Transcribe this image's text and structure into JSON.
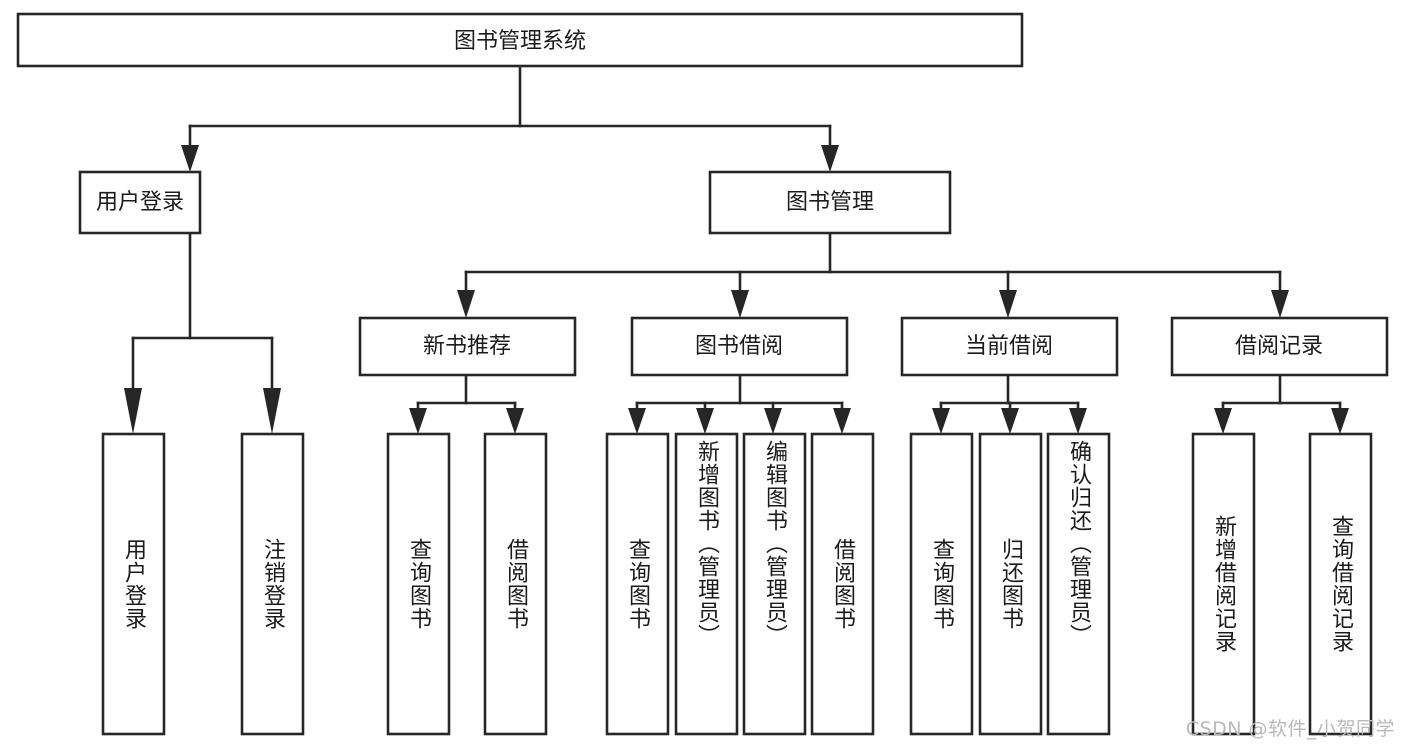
{
  "diagram": {
    "type": "tree-hierarchy-functional-decomposition",
    "title": "图书管理系统",
    "watermark": "CSDN @软件_小贺同学",
    "colors": {
      "stroke": "#262626",
      "node_fill": "#ffffff",
      "text": "#1b1b1b",
      "background": "#ffffff",
      "watermark": "#b9b9b9"
    },
    "root": {
      "label": "图书管理系统",
      "orientation": "horizontal"
    },
    "level1": [
      {
        "label": "用户登录",
        "orientation": "horizontal"
      },
      {
        "label": "图书管理",
        "orientation": "horizontal"
      }
    ],
    "level2": [
      {
        "label": "新书推荐",
        "orientation": "horizontal",
        "parent": "图书管理"
      },
      {
        "label": "图书借阅",
        "orientation": "horizontal",
        "parent": "图书管理"
      },
      {
        "label": "当前借阅",
        "orientation": "horizontal",
        "parent": "图书管理"
      },
      {
        "label": "借阅记录",
        "orientation": "horizontal",
        "parent": "图书管理"
      }
    ],
    "leaves": {
      "用户登录": [
        {
          "label": "用户登录",
          "orientation": "vertical"
        },
        {
          "label": "注销登录",
          "orientation": "vertical"
        }
      ],
      "新书推荐": [
        {
          "label": "查询图书",
          "orientation": "vertical"
        },
        {
          "label": "借阅图书",
          "orientation": "vertical"
        }
      ],
      "图书借阅": [
        {
          "label": "查询图书",
          "orientation": "vertical"
        },
        {
          "label": "新增图书（管理员）",
          "orientation": "vertical"
        },
        {
          "label": "编辑图书（管理员）",
          "orientation": "vertical"
        },
        {
          "label": "借阅图书",
          "orientation": "vertical"
        }
      ],
      "当前借阅": [
        {
          "label": "查询图书",
          "orientation": "vertical"
        },
        {
          "label": "归还图书",
          "orientation": "vertical"
        },
        {
          "label": "确认归还（管理员）",
          "orientation": "vertical"
        }
      ],
      "借阅记录": [
        {
          "label": "新增借阅记录",
          "orientation": "vertical"
        },
        {
          "label": "查询借阅记录",
          "orientation": "vertical"
        }
      ]
    },
    "labels": {
      "root_title": "图书管理系统",
      "n_user_login": "用户登录",
      "n_book_mgmt": "图书管理",
      "n_new_book_rec": "新书推荐",
      "n_book_borrow": "图书借阅",
      "n_current_borrow": "当前借阅",
      "n_borrow_record": "借阅记录",
      "l_user_login": "用户登录",
      "l_logout": "注销登录",
      "l_query_book_a": "查询图书",
      "l_borrow_book_a": "借阅图书",
      "l_query_book_b": "查询图书",
      "l_add_book_admin": "新增图书（管理员）",
      "l_edit_book_admin": "编辑图书（管理员）",
      "l_borrow_book_b": "借阅图书",
      "l_query_book_c": "查询图书",
      "l_return_book": "归还图书",
      "l_confirm_return_admin": "确认归还（管理员）",
      "l_add_record": "新增借阅记录",
      "l_query_record": "查询借阅记录"
    }
  }
}
